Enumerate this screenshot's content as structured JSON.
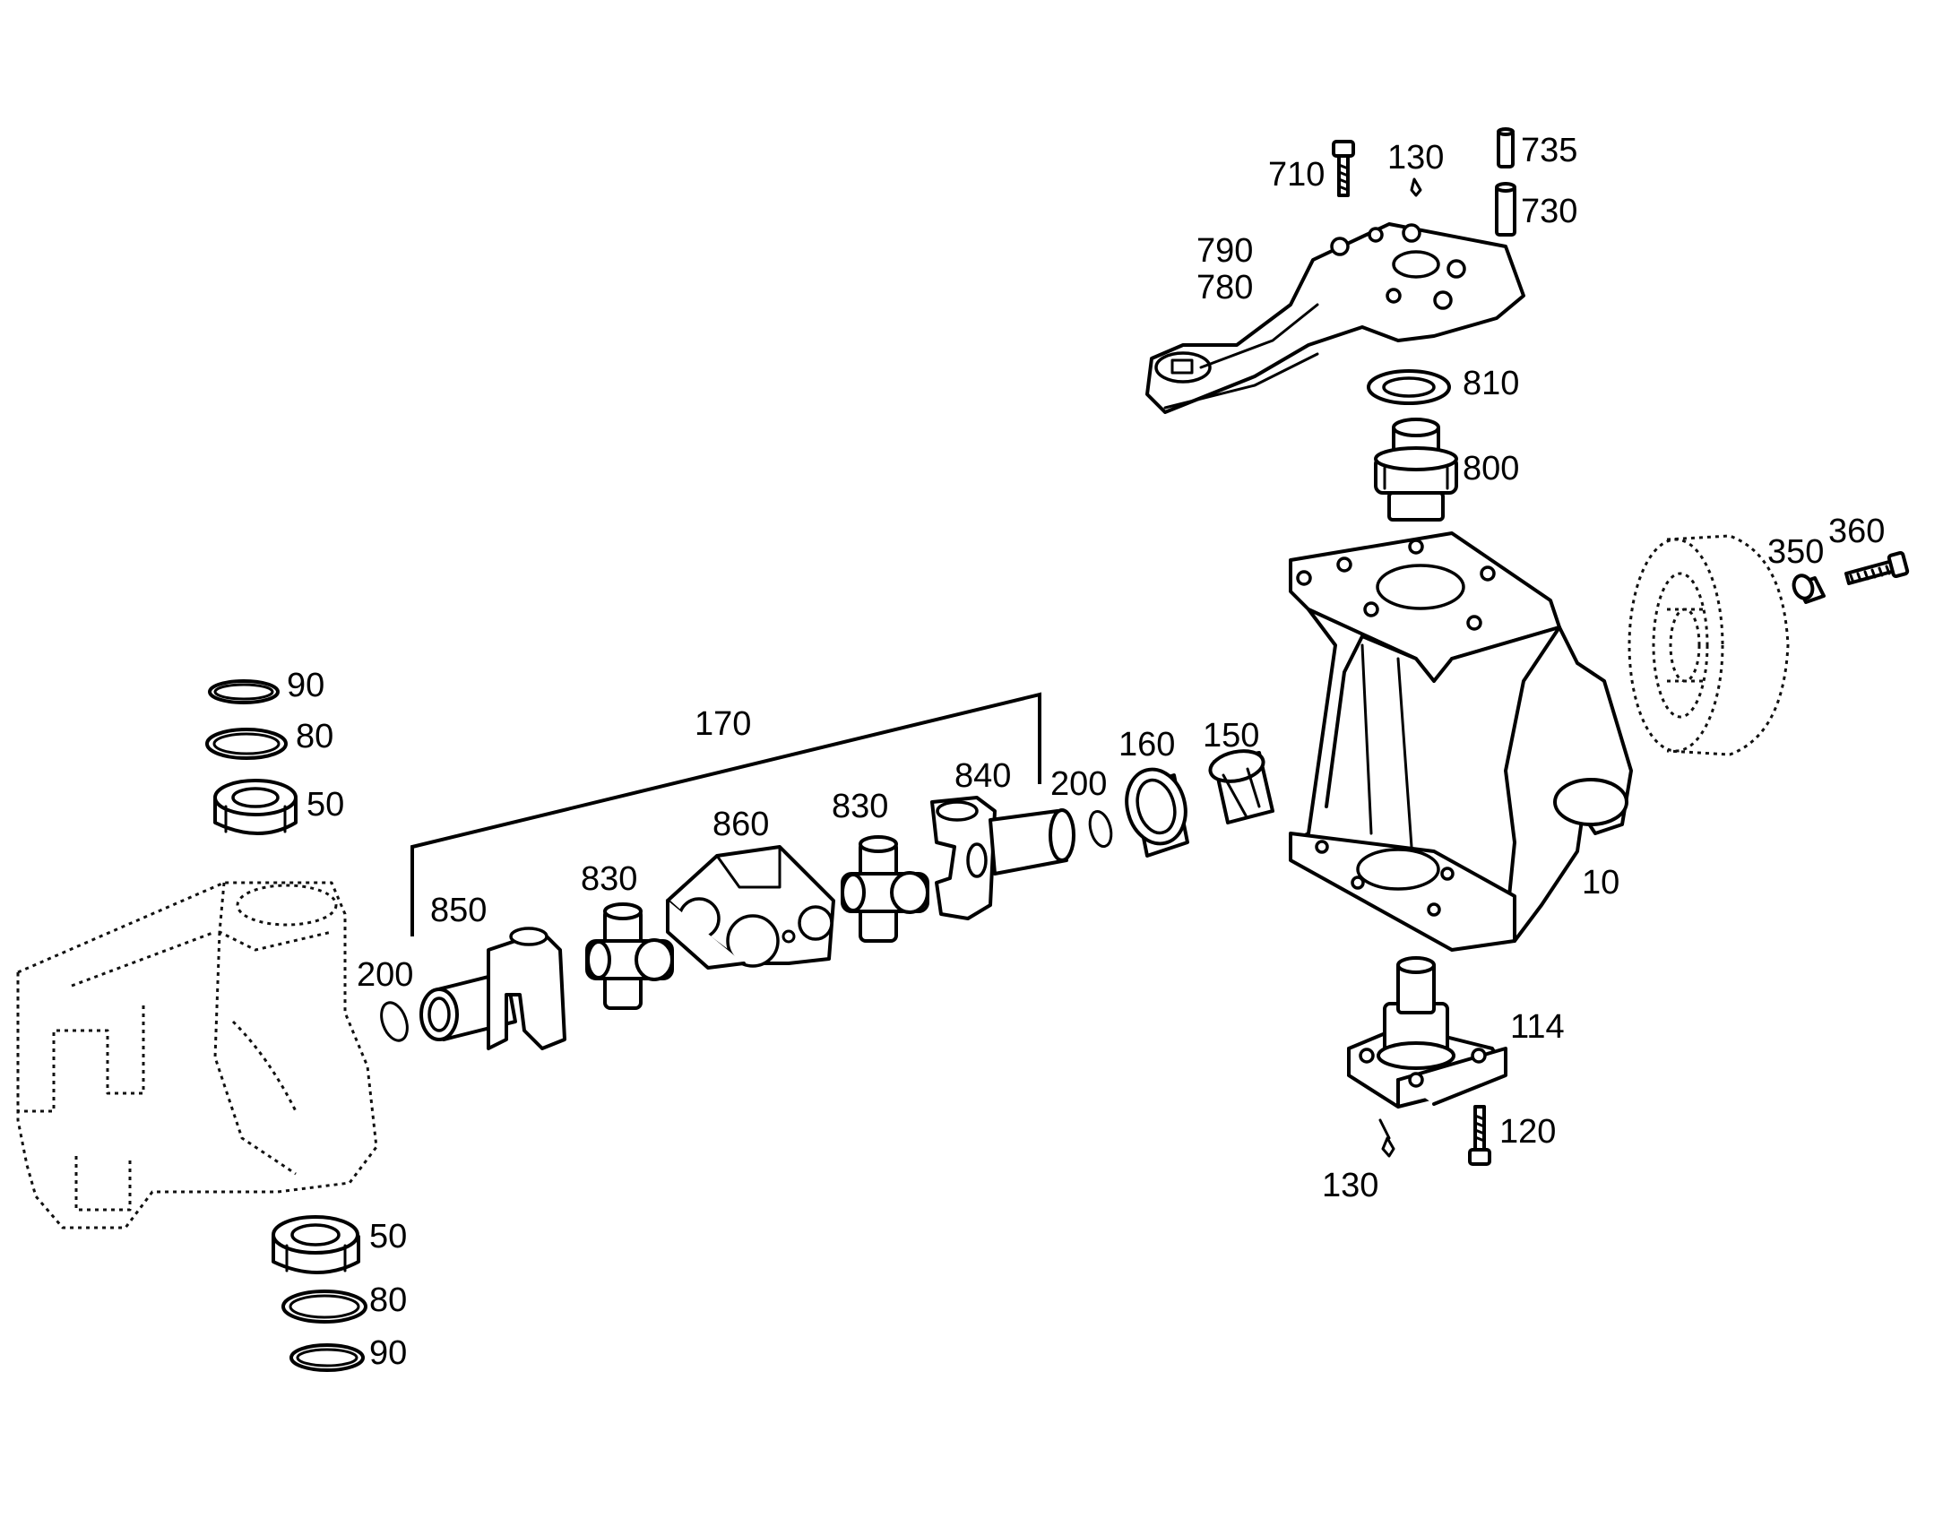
{
  "labels": {
    "top_710": "710",
    "top_130": "130",
    "top_735": "735",
    "top_730": "730",
    "top_790": "790",
    "top_780": "780",
    "top_810": "810",
    "top_800": "800",
    "right_350": "350",
    "right_360": "360",
    "left_90": "90",
    "left_80": "80",
    "left_50": "50",
    "group_170": "170",
    "mid_160": "160",
    "mid_150": "150",
    "mid_200_right": "200",
    "mid_840": "840",
    "mid_860": "860",
    "mid_830_right": "830",
    "mid_830_left": "830",
    "mid_850": "850",
    "mid_200_left": "200",
    "knuckle_10": "10",
    "bot_114": "114",
    "bot_120": "120",
    "bot_130": "130",
    "low_50": "50",
    "low_80": "80",
    "low_90": "90"
  }
}
